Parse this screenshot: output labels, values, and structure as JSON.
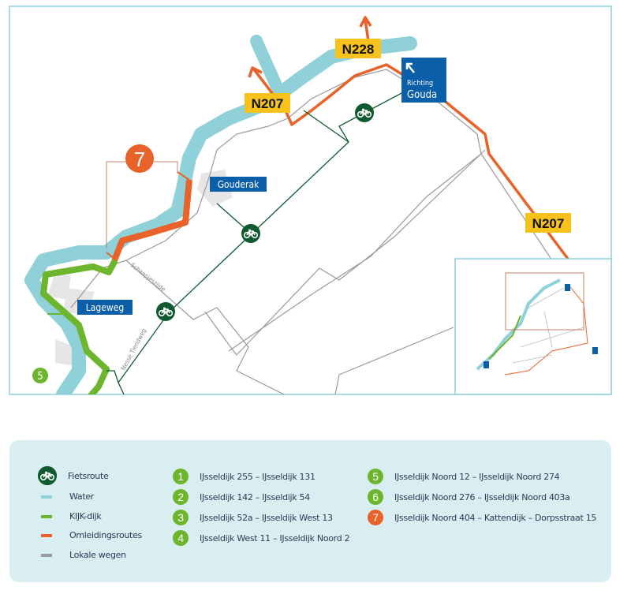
{
  "map": {
    "roads": {
      "n228": "N228",
      "n207_top": "N207",
      "n207_right": "N207"
    },
    "places": {
      "gouderak": "Gouderak",
      "lageweg": "Lageweg"
    },
    "direction": {
      "line1": "Richting",
      "line2": "Gouda"
    },
    "streets": {
      "schaapjeszijde": "Schaapjeszijde",
      "nesse": "Nesse Tiendweg"
    },
    "markers": {
      "seven": "7",
      "five": "5"
    }
  },
  "colors": {
    "water": "#8fd0d9",
    "kijk": "#6cb52d",
    "detour": "#e8622a",
    "road": "#9a9a9a",
    "bike": "#0f5a2e",
    "sign": "#0b5ea8",
    "yellow": "#f6c21b"
  },
  "legend": {
    "types": [
      {
        "label": "Fietsroute",
        "icon": "bicycle-icon"
      },
      {
        "label": "Water"
      },
      {
        "label": "KIJK-dijk"
      },
      {
        "label": "Omleidingsroutes"
      },
      {
        "label": "Lokale wegen"
      }
    ],
    "sections": [
      {
        "num": "1",
        "label": "IJsseldijk 255 – IJsseldijk 131"
      },
      {
        "num": "2",
        "label": "IJsseldijk 142 – IJsseldijk 54"
      },
      {
        "num": "3",
        "label": "IJsseldijk 52a – IJsseldijk  West 13"
      },
      {
        "num": "4",
        "label": "IJsseldijk West 11 – IJsseldijk Noord 2"
      },
      {
        "num": "5",
        "label": "IJsseldijk Noord 12 – IJsseldijk Noord 274"
      },
      {
        "num": "6",
        "label": "IJsseldijk Noord 276 – IJsseldijk Noord 403a"
      },
      {
        "num": "7",
        "label": "IJsseldijk Noord 404 – Kattendijk – Dorpsstraat 15"
      }
    ]
  }
}
